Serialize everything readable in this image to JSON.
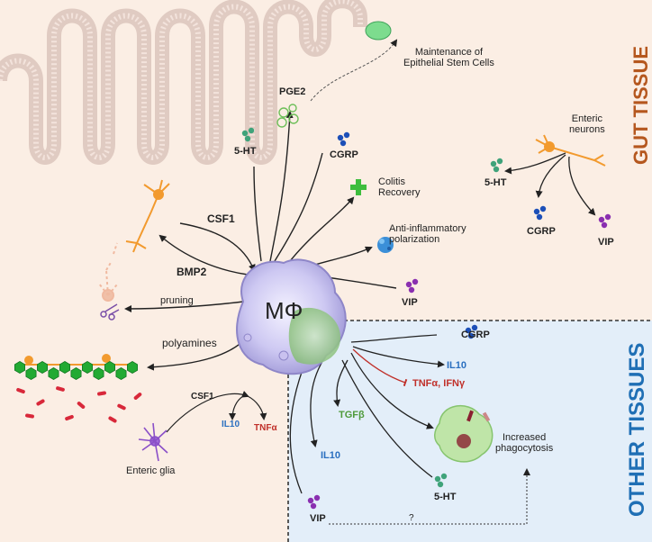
{
  "regions": {
    "gut": {
      "title": "GUT TISSUE",
      "bg": "#fbeee4",
      "title_color": "#b5571e"
    },
    "other": {
      "title": "OTHER TISSUES",
      "bg": "#e3eef9",
      "title_color": "#1f6fb5"
    }
  },
  "center": {
    "label": "MΦ"
  },
  "gut_labels": {
    "stem_cells": "Maintenance of\nEpithelial Stem Cells",
    "pge2": "PGE2",
    "ht5": "5-HT",
    "cgrp": "CGRP",
    "colitis": "Colitis\nRecovery",
    "anti_inflam": "Anti-inflammatory\npolarization",
    "vip": "VIP",
    "csf1": "CSF1",
    "bmp2": "BMP2",
    "pruning": "pruning",
    "polyamines": "polyamines",
    "csf1_glia": "CSF1",
    "il10": "IL10",
    "tnfa": "TNFα",
    "enteric_glia": "Enteric glia",
    "enteric_neurons": "Enteric\nneurons",
    "neuron_5ht": "5-HT",
    "neuron_cgrp": "CGRP",
    "neuron_vip": "VIP"
  },
  "other_labels": {
    "cgrp": "CGRP",
    "il10": "IL10",
    "tnfa_ifng": "TNFα, IFNγ",
    "tgfb": "TGFβ",
    "il10_b": "IL10",
    "ht5": "5-HT",
    "vip": "VIP",
    "question": "?",
    "phago": "Increased\nphagocytosis"
  },
  "colors": {
    "teal": "#3fa37a",
    "blue": "#1c4fb8",
    "purple": "#8a2fb0",
    "il10_blue": "#2a6fc0",
    "tnf_red": "#c0302a",
    "tgf_green": "#4e9a3a",
    "neuron_orange": "#f29a2e",
    "macrophage": "#c9c5f0",
    "glia_purple": "#8a4fc8",
    "intestine": "#e8d6cf"
  }
}
